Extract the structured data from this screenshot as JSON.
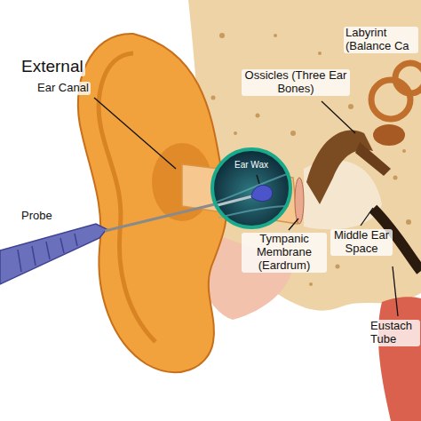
{
  "diagram": {
    "nodes": [
      {
        "text": [
          "Ear Wax"
        ]
      }
    ],
    "labels": [
      "External",
      "Ear Canal",
      "Ossicles (Three Ear Bones)",
      "Labyrint (Balance Ca",
      "Probe",
      "Tympanic Membrane (Eardrum)",
      "Middle Ear Space",
      "Eustach Tube"
    ]
  }
}
